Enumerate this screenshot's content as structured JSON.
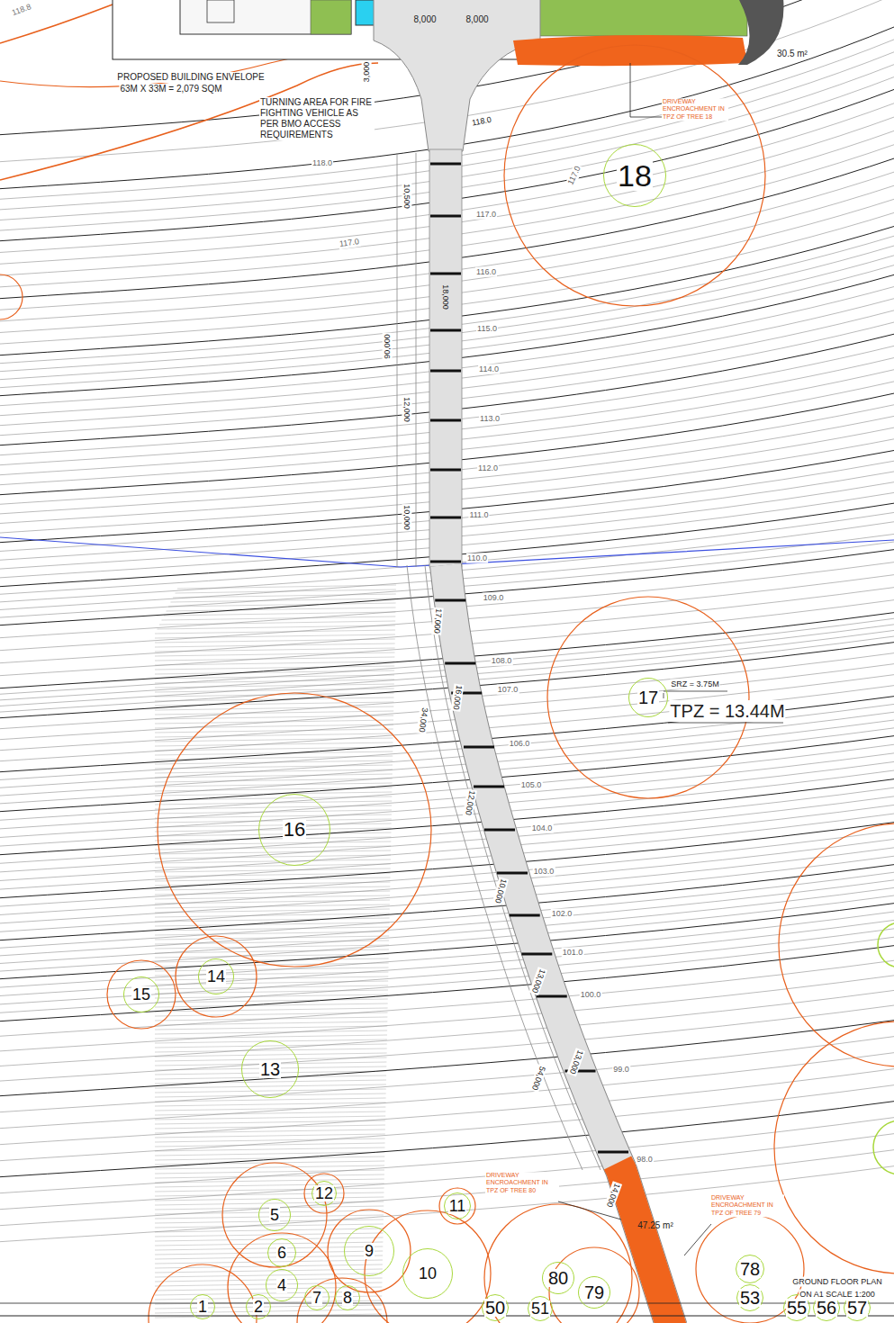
{
  "diagram": {
    "nodes": [
      {
        "text": [
          "18"
        ]
      },
      {
        "text": [
          "17"
        ]
      },
      {
        "text": [
          "16"
        ]
      },
      {
        "text": [
          "14"
        ]
      },
      {
        "text": [
          "15"
        ]
      },
      {
        "text": [
          "13"
        ]
      },
      {
        "text": [
          "12"
        ]
      },
      {
        "text": [
          "5"
        ]
      },
      {
        "text": [
          "11"
        ]
      },
      {
        "text": [
          "6"
        ]
      },
      {
        "text": [
          "9"
        ]
      },
      {
        "text": [
          "10"
        ]
      },
      {
        "text": [
          "4"
        ]
      },
      {
        "text": [
          "80"
        ]
      },
      {
        "text": [
          "79"
        ]
      },
      {
        "text": [
          "78"
        ]
      },
      {
        "text": [
          "7"
        ]
      },
      {
        "text": [
          "8"
        ]
      },
      {
        "text": [
          "53"
        ]
      },
      {
        "text": [
          "1"
        ]
      },
      {
        "text": [
          "2"
        ]
      },
      {
        "text": [
          "50"
        ]
      },
      {
        "text": [
          "51"
        ]
      },
      {
        "text": [
          "55"
        ]
      },
      {
        "text": [
          "56"
        ]
      },
      {
        "text": [
          "57"
        ]
      }
    ],
    "labels": [
      "118.8",
      "PROPOSED BUILDING ENVELOPE",
      "63M X 33M = 2,079 SQM",
      "TURNING AREA FOR FIRE FIGHTING VEHICLE AS PER BMO ACCESS REQUIREMENTS",
      "8,000",
      "8,000",
      "3,000",
      "30.5 m²",
      "DRIVEWAY ENCROACHMENT IN TPZ OF TREE 18",
      "118.0",
      "118.0",
      "117.0",
      "117.0",
      "117.0",
      "116.0",
      "115.0",
      "114.0",
      "113.0",
      "112.0",
      "111.0",
      "110.0",
      "109.0",
      "108.0",
      "107.0",
      "106.0",
      "105.0",
      "104.0",
      "103.0",
      "102.0",
      "101.0",
      "100.0",
      "99.0",
      "98.0",
      "10,500",
      "18,000",
      "90,000",
      "12,000",
      "10,000",
      "17,000",
      "34,000",
      "16,000",
      "12,000",
      "10,000",
      "13,000",
      "54,000",
      "13,000",
      "14,000",
      "DRIVEWAY ENCROACHMENT IN TPZ OF TREE 80",
      "47.25 m²",
      "DRIVEWAY ENCROACHMENT IN TPZ OF TREE 79",
      "SRZ = 3.75M",
      "TPZ = 13.44M",
      "GROUND FLOOR PLAN",
      "ON A1 SCALE 1:200"
    ]
  }
}
